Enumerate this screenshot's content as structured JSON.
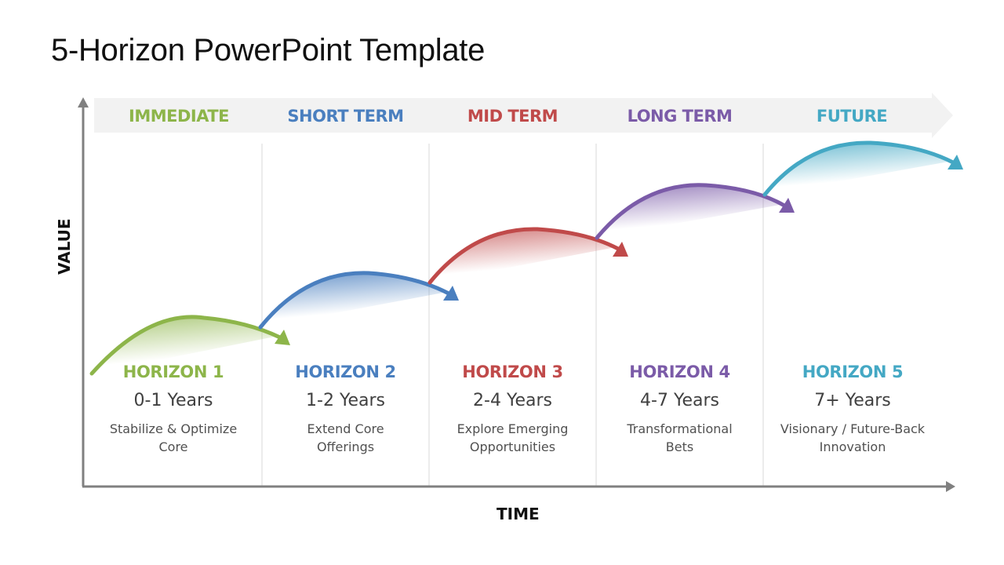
{
  "slide": {
    "title": "5-Horizon PowerPoint Template",
    "axes": {
      "y_label": "VALUE",
      "x_label": "TIME"
    },
    "phases": [
      {
        "label": "IMMEDIATE",
        "color": "#8db54a"
      },
      {
        "label": "SHORT TERM",
        "color": "#4a7fbf"
      },
      {
        "label": "MID TERM",
        "color": "#c04a4a"
      },
      {
        "label": "LONG TERM",
        "color": "#7b5ba8"
      },
      {
        "label": "FUTURE",
        "color": "#44a8c4"
      }
    ],
    "horizons": [
      {
        "label": "HORIZON 1",
        "years": "0-1 Years",
        "desc_line1": "Stabilize & Optimize",
        "desc_line2": "Core",
        "color": "#8db54a"
      },
      {
        "label": "HORIZON 2",
        "years": "1-2 Years",
        "desc_line1": "Extend Core",
        "desc_line2": "Offerings",
        "color": "#4a7fbf"
      },
      {
        "label": "HORIZON 3",
        "years": "2-4 Years",
        "desc_line1": "Explore Emerging",
        "desc_line2": "Opportunities",
        "color": "#c04a4a"
      },
      {
        "label": "HORIZON 4",
        "years": "4-7 Years",
        "desc_line1": "Transformational",
        "desc_line2": "Bets",
        "color": "#7b5ba8"
      },
      {
        "label": "HORIZON 5",
        "years": "7+ Years",
        "desc_line1": "Visionary / Future-Back",
        "desc_line2": "Innovation",
        "color": "#44a8c4"
      }
    ],
    "colors": {
      "band": "#f2f2f2",
      "axis": "#808080",
      "divider": "#d9d9d9"
    }
  }
}
